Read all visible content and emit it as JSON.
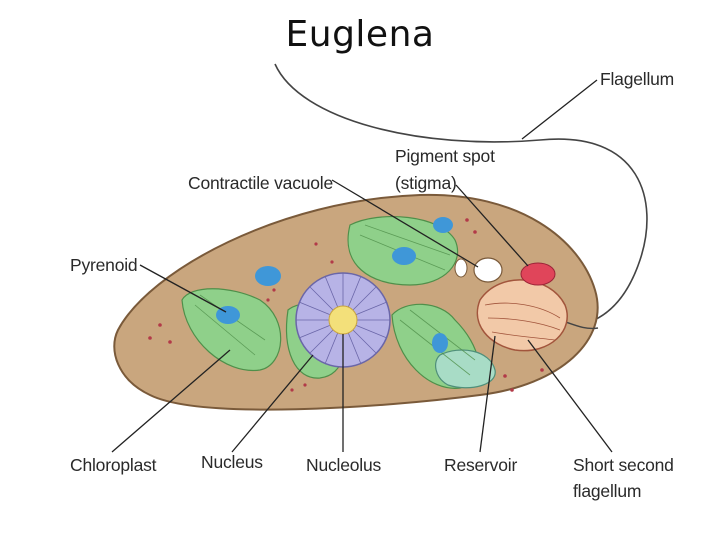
{
  "title": "Euglena",
  "labels": {
    "flagellum": "Flagellum",
    "pigment_spot": [
      "Pigment spot",
      "(stigma)"
    ],
    "contractile_vacuole": "Contractile vacuole",
    "pyrenoid": "Pyrenoid",
    "chloroplast": "Chloroplast",
    "nucleus": "Nucleus",
    "nucleolus": "Nucleolus",
    "reservoir": "Reservoir",
    "short_second_flagellum": [
      "Short second",
      "flagellum"
    ]
  },
  "colors": {
    "cell_body": "#c9a67e",
    "cell_outline": "#7a5a3a",
    "chloroplast": "#8fd08a",
    "pyrenoid": "#3f97d8",
    "nucleus": "#b7b3e6",
    "nucleolus": "#f3e07a",
    "stigma": "#e0455a",
    "reservoir": "#f2c9a8"
  }
}
